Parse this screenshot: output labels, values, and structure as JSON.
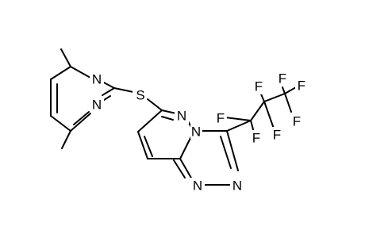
{
  "molecule": {
    "atoms": {
      "n_pyr_top": "N",
      "n_pyr_bottom": "N",
      "s_thioether": "S",
      "n_ring_6": "N",
      "n_bridge": "N",
      "n_tri_a": "N",
      "n_tri_b": "N",
      "f1": "F",
      "f2": "F",
      "f3": "F",
      "f4": "F",
      "f5": "F",
      "f6": "F",
      "f7": "F"
    }
  },
  "colors": {
    "bond": "#000000",
    "label": "#000000",
    "background": "#ffffff"
  }
}
